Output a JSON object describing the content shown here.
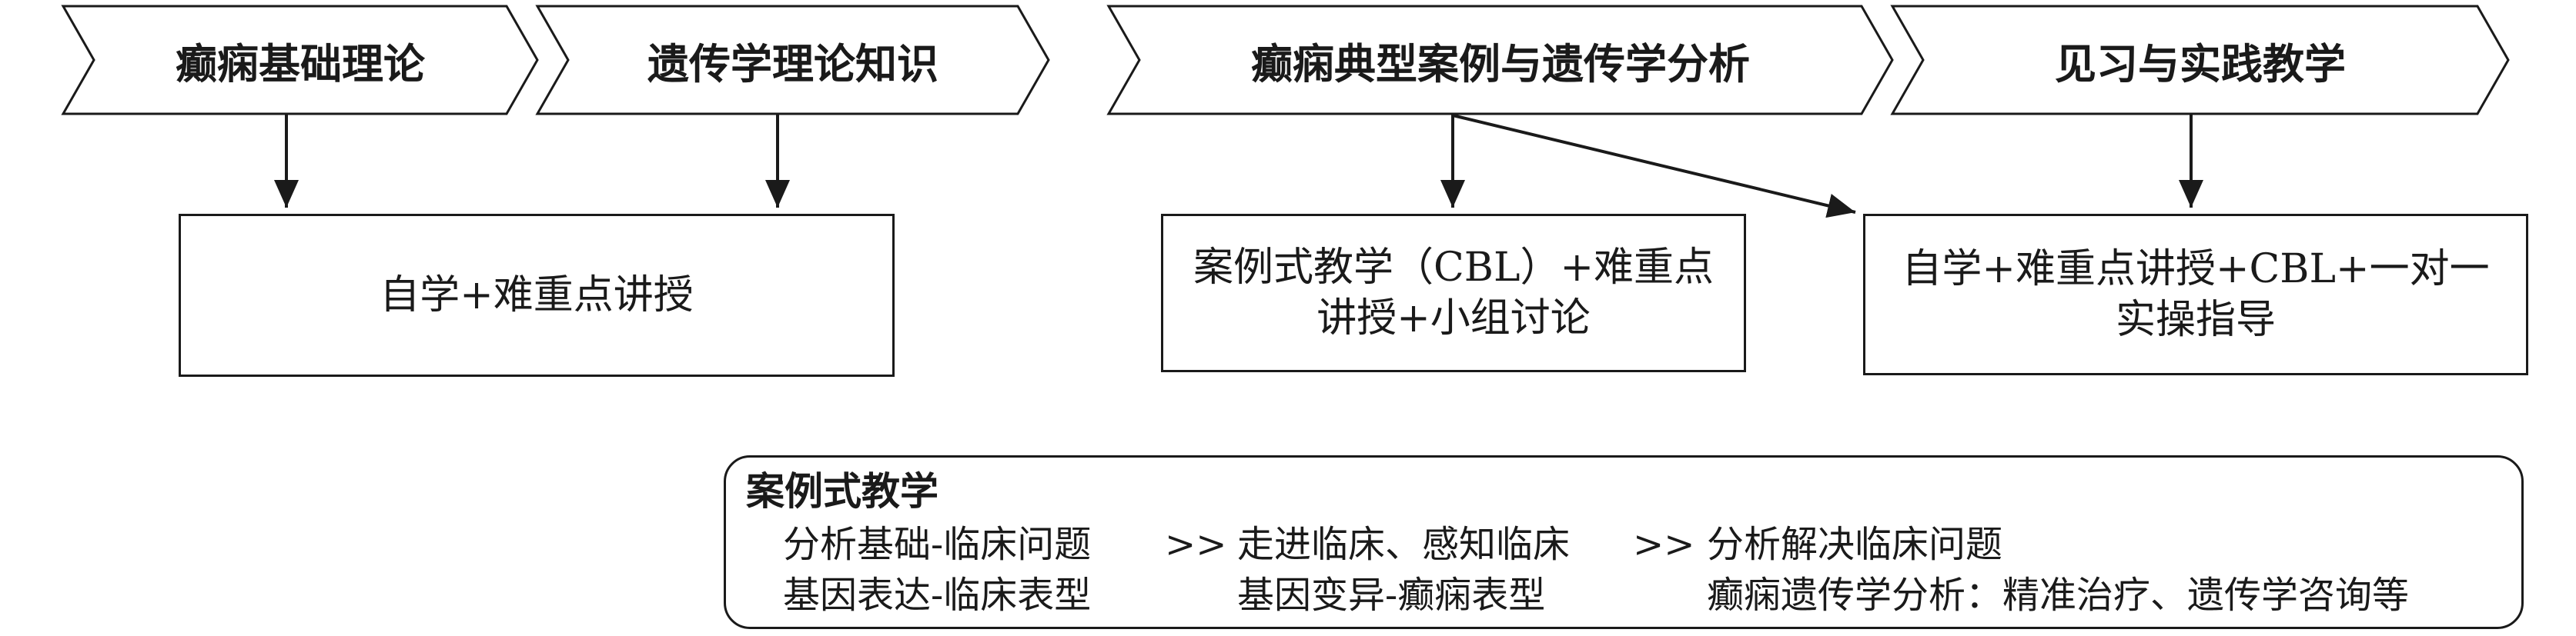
{
  "stages": [
    {
      "label": "癫痫基础理论"
    },
    {
      "label": "遗传学理论知识"
    },
    {
      "label": "癫痫典型案例与遗传学分析"
    },
    {
      "label": "见习与实践教学"
    }
  ],
  "methods": [
    {
      "lines": [
        "自学+难重点讲授"
      ]
    },
    {
      "lines": [
        "案例式教学（CBL）+难重点",
        "讲授+小组讨论"
      ]
    },
    {
      "lines": [
        "自学+难重点讲授+CBL+一对一",
        "实操指导"
      ]
    }
  ],
  "case_panel": {
    "title": "案例式教学",
    "separator": ">>",
    "rows": [
      [
        "分析基础-临床问题",
        "走进临床、感知临床",
        "分析解决临床问题"
      ],
      [
        "基因表达-临床表型",
        "基因变异-癫痫表型",
        "癫痫遗传学分析：精准治疗、遗传学咨询等"
      ]
    ]
  }
}
